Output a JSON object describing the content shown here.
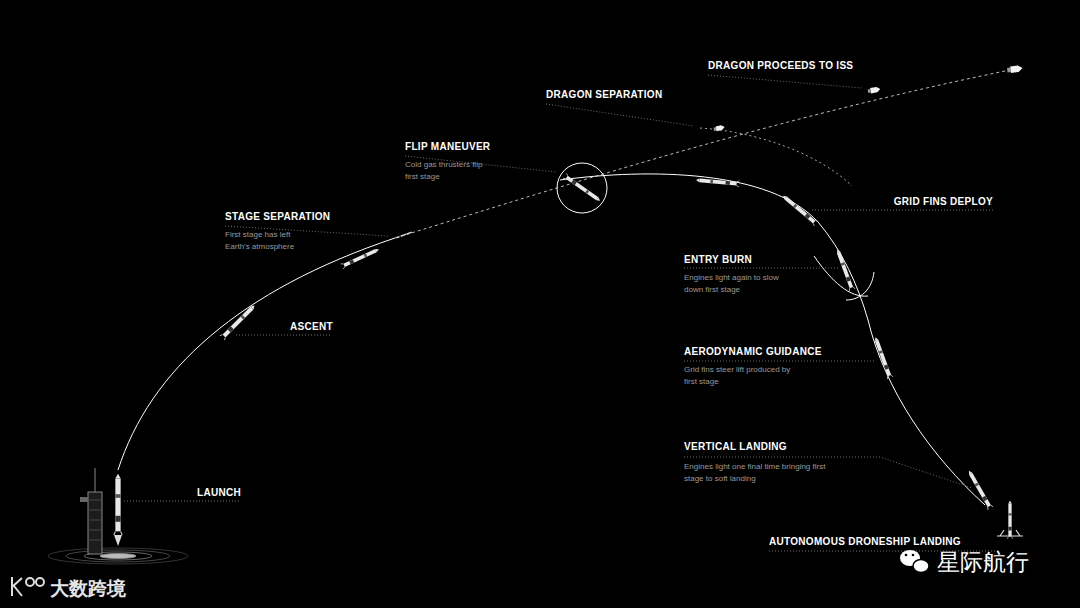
{
  "diagram": {
    "labels": [
      "DRAGON PROCEEDS TO ISS",
      "DRAGON SEPARATION",
      "FLIP MANEUVER",
      "Cold gas thrusters flip first stage",
      "STAGE SEPARATION",
      "First stage has left Earth's atmosphere",
      "ASCENT",
      "GRID FINS DEPLOY",
      "ENTRY BURN",
      "Engines light again to slow down first stage",
      "AERODYNAMIC GUIDANCE",
      "Grid fins steer lift produced by first stage",
      "VERTICAL LANDING",
      "Engines light one final time bringing first stage to soft landing",
      "LAUNCH",
      "AUTONOMOUS DRONESHIP LANDING",
      "大数跨境",
      "星际航行"
    ]
  }
}
